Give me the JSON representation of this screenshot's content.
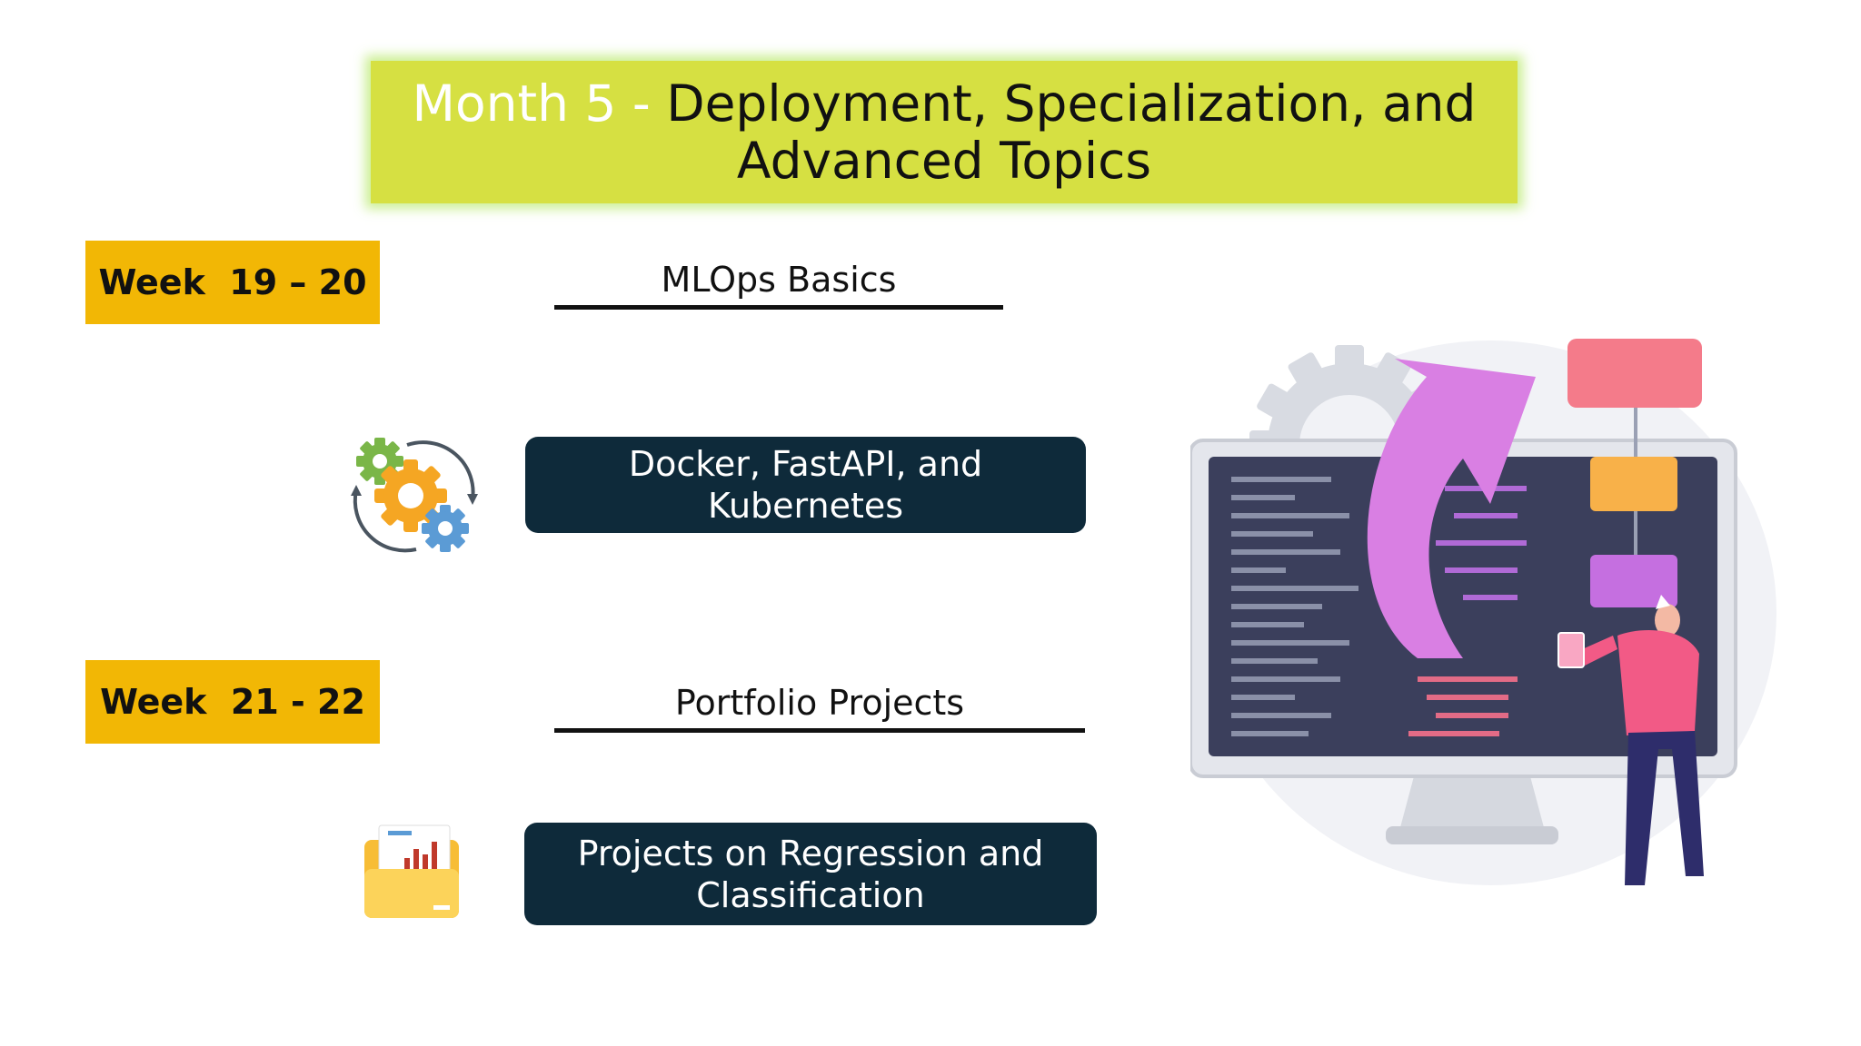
{
  "title": {
    "month": "Month 5 - ",
    "line1": "Deployment, Specialization, and",
    "line2": "Advanced Topics"
  },
  "sections": [
    {
      "week": "Week  19 – 20",
      "topic": "MLOps Basics",
      "detail_line1": "Docker, FastAPI, and",
      "detail_line2": "Kubernetes",
      "icon": "gears-cycle-icon"
    },
    {
      "week": "Week  21 - 22",
      "topic": "Portfolio Projects",
      "detail_line1": "Projects on Regression and",
      "detail_line2": "Classification",
      "icon": "folder-chart-icon"
    }
  ],
  "colors": {
    "banner": "#d6e042",
    "week_tag": "#f2b705",
    "pill": "#0e2a3a"
  }
}
